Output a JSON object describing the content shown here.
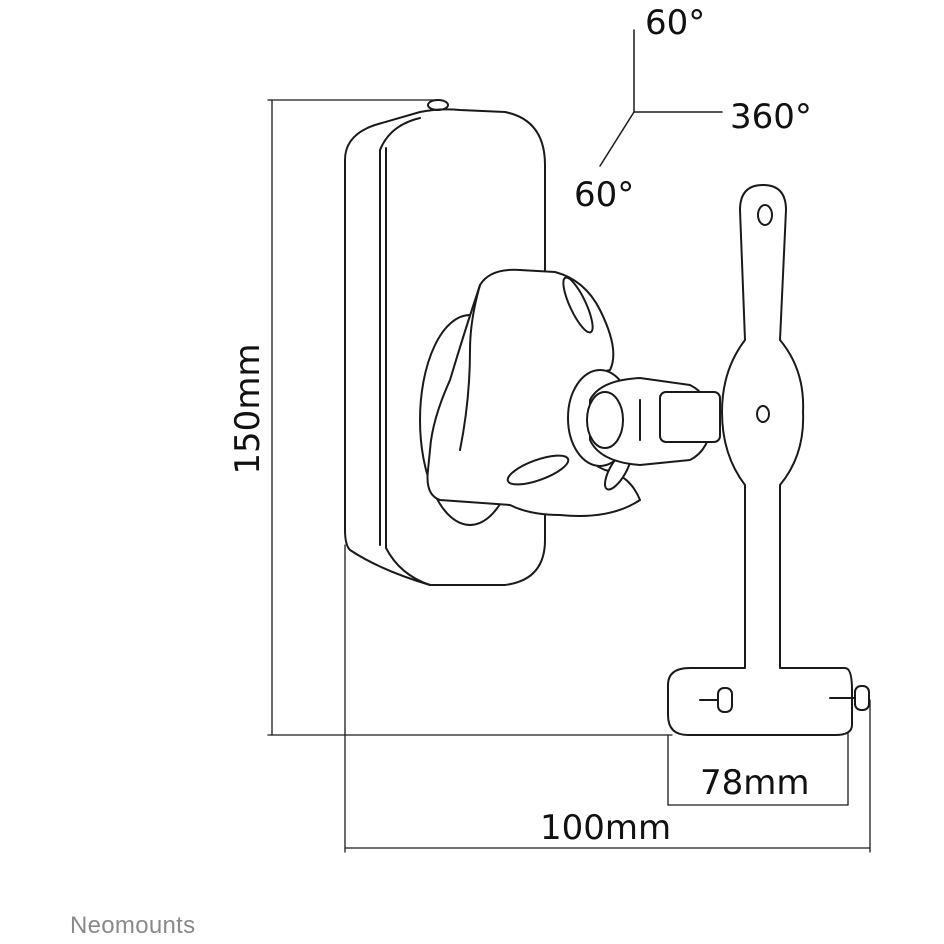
{
  "angles": {
    "tilt_up": "60°",
    "swivel": "360°",
    "tilt_down": "60°"
  },
  "dimensions": {
    "height": "150mm",
    "base_width": "78mm",
    "total_depth": "100mm"
  },
  "brand": {
    "logo_text": "Neomounts",
    "logo_color": "#8a8a8a"
  },
  "colors": {
    "line": "#1a1a1a",
    "background": "#ffffff"
  }
}
